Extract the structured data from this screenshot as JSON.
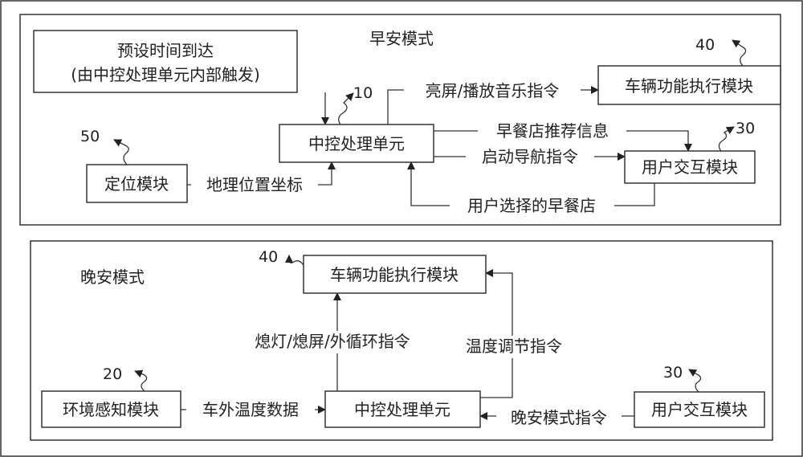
{
  "morning": {
    "title": "早安模式",
    "preset_line1": "预设时间到达",
    "preset_line2": "(由中控处理单元内部触发)",
    "central_unit": "中控处理单元",
    "central_ref": "10",
    "vehicle_module": "车辆功能执行模块",
    "vehicle_ref": "40",
    "user_module": "用户交互模块",
    "user_ref": "30",
    "location_module": "定位模块",
    "location_ref": "50",
    "edge_screen_music": "亮屏/播放音乐指令",
    "edge_breakfast_info": "早餐店推荐信息",
    "edge_navigation": "启动导航指令",
    "edge_selected_shop": "用户选择的早餐店",
    "edge_geo": "地理位置坐标"
  },
  "night": {
    "title": "晚安模式",
    "vehicle_module": "车辆功能执行模块",
    "vehicle_ref": "40",
    "env_module": "环境感知模块",
    "env_ref": "20",
    "central_unit": "中控处理单元",
    "user_module": "用户交互模块",
    "user_ref": "30",
    "edge_temp_data": "车外温度数据",
    "edge_lights_off": "熄灯/熄屏/外循环指令",
    "edge_temp_adjust": "温度调节指令",
    "edge_night_cmd": "晚安模式指令"
  }
}
